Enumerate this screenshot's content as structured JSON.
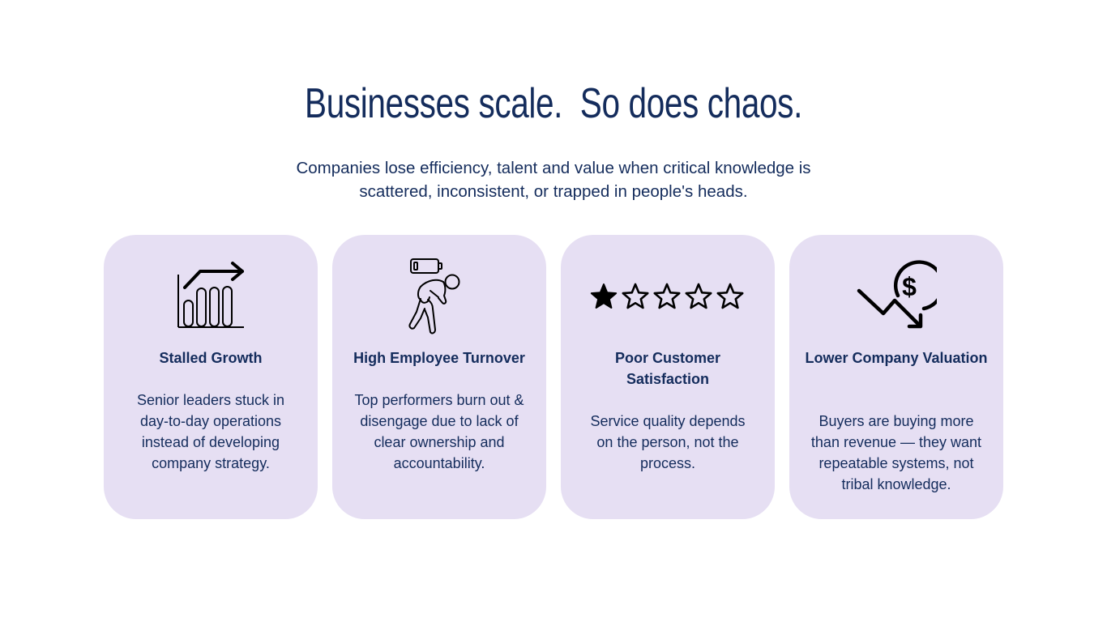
{
  "header": {
    "headline": "Businesses scale.  So does chaos.",
    "subhead": "Companies lose efficiency, talent and value when critical knowledge is scattered, inconsistent, or trapped in people's heads."
  },
  "cards": [
    {
      "icon": "growth-chart-icon",
      "title": "Stalled Growth",
      "description": "Senior leaders stuck in day-to-day operations instead of developing company strategy."
    },
    {
      "icon": "exhausted-worker-icon",
      "title": "High Employee Turnover",
      "description": "Top performers burn out & disengage due to lack of clear ownership and accountability."
    },
    {
      "icon": "one-star-rating-icon",
      "title": "Poor Customer Satisfaction",
      "description": "Service quality depends on the person, not the process.",
      "rating": {
        "filled": 1,
        "total": 5
      }
    },
    {
      "icon": "declining-value-icon",
      "title": "Lower Company Valuation",
      "description": "Buyers are buying more than revenue — they want repeatable systems, not tribal knowledge."
    }
  ],
  "colors": {
    "text": "#142c5c",
    "card_background": "#e6dff3",
    "icon": "#000000"
  }
}
